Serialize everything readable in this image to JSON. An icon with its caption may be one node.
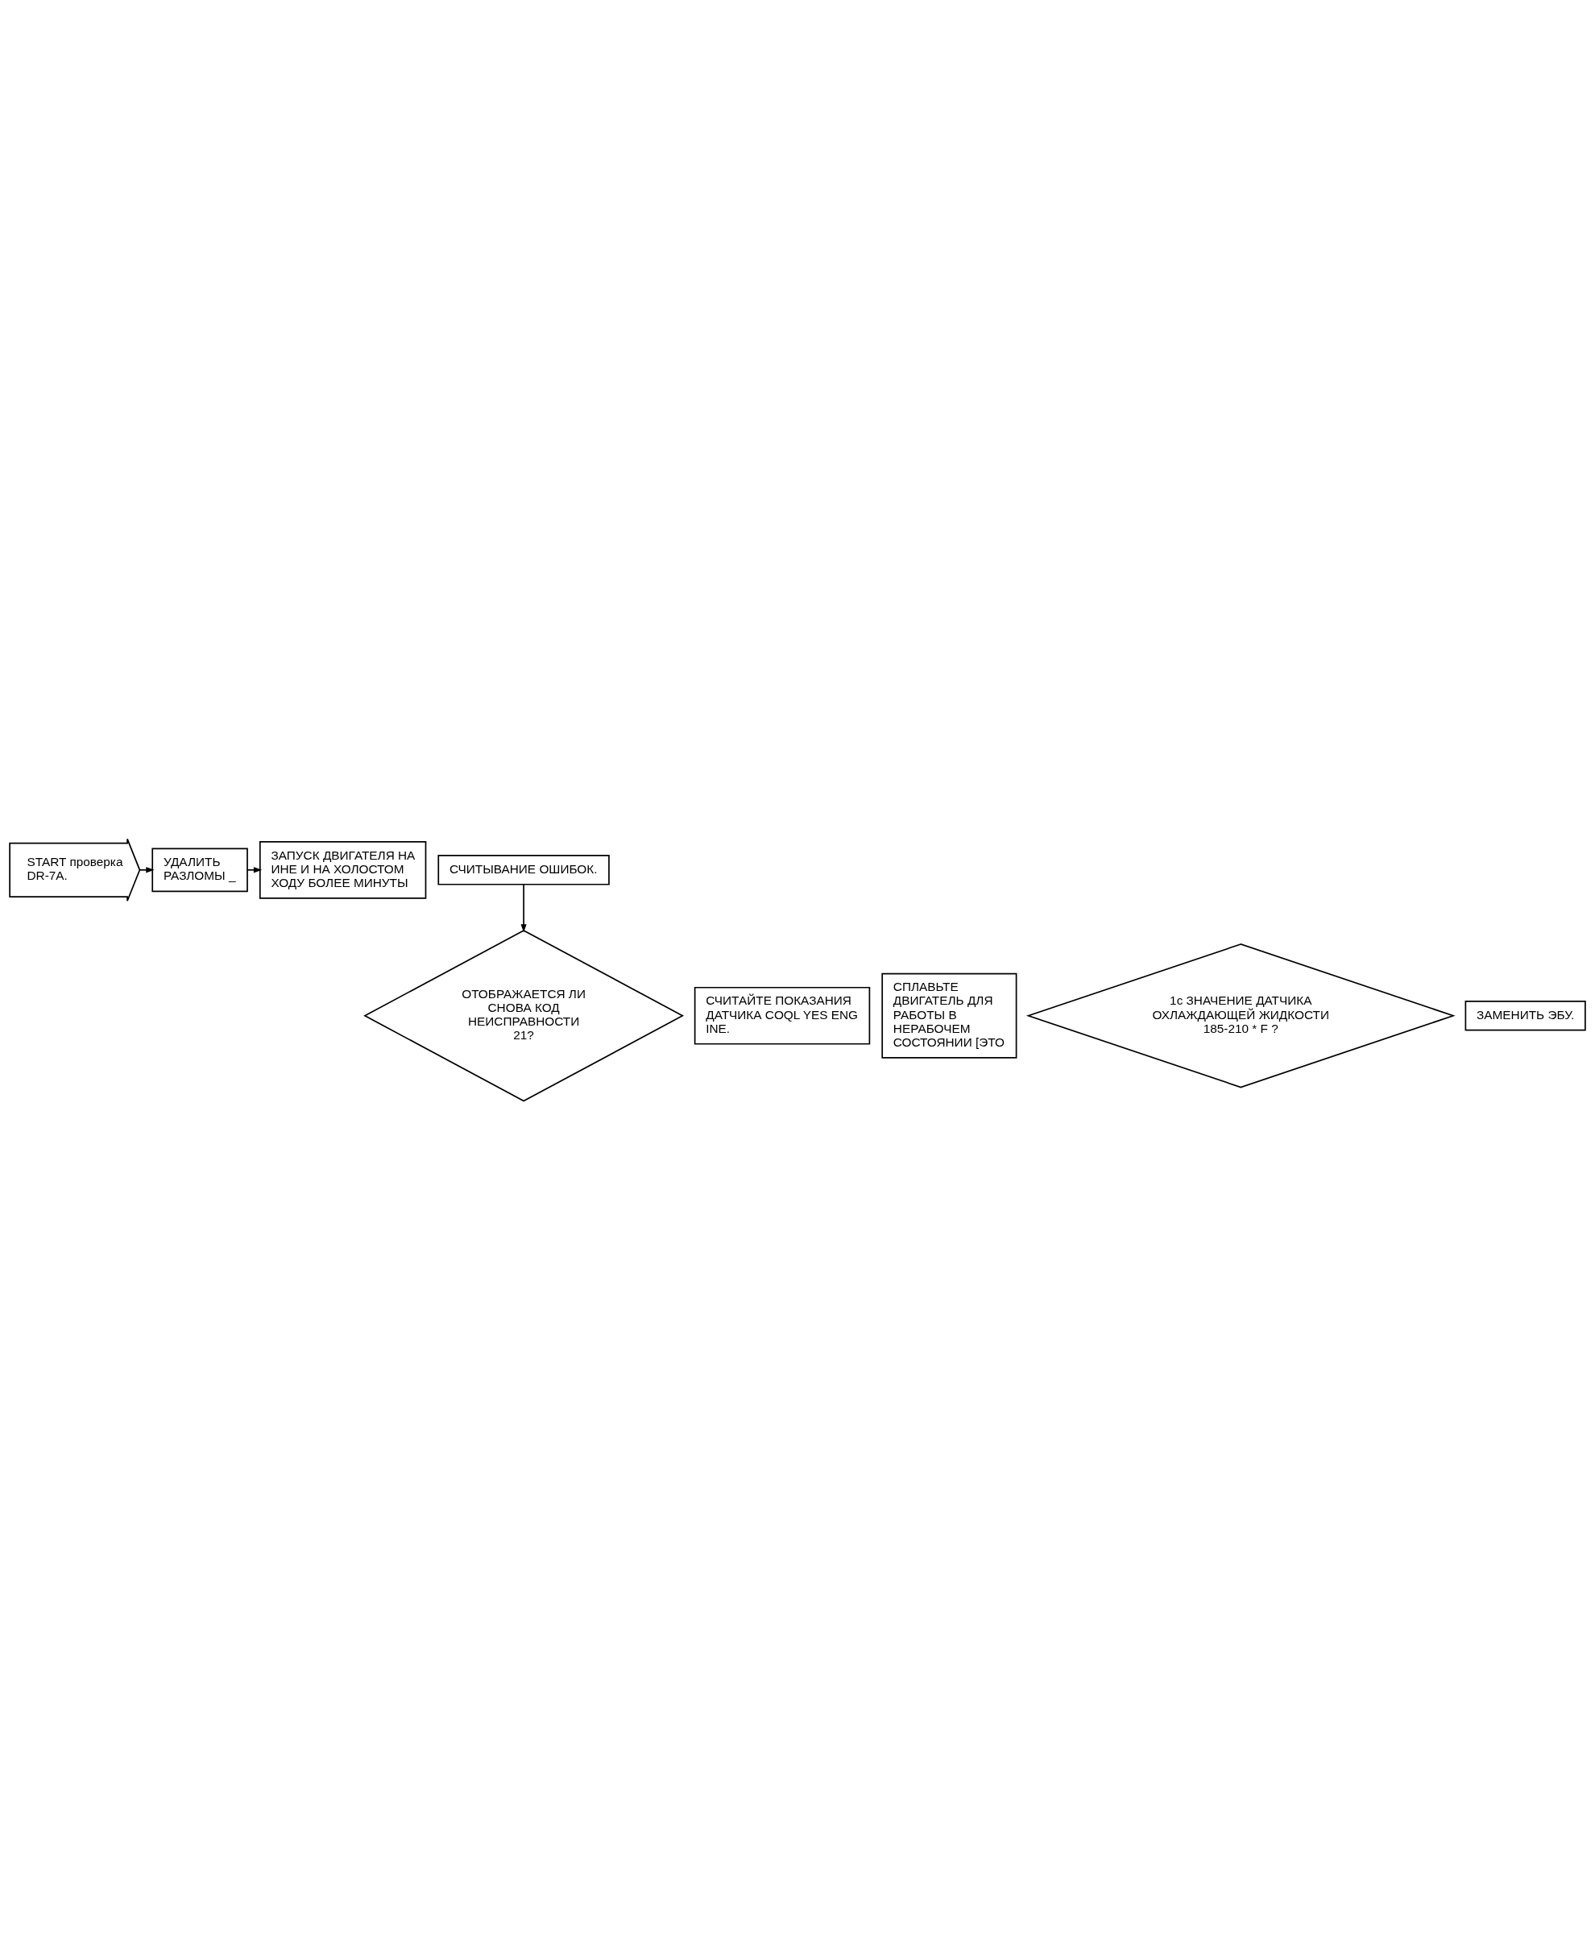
{
  "diagram": {
    "nodes": [
      {
        "text": [
          "START проверка DR-7A."
        ]
      },
      {
        "text": [
          "УДАЛИТЬ РАЗЛОМЫ _"
        ]
      },
      {
        "text": [
          "ЗАПУСК ДВИГАТЕЛЯ НА ИНЕ И НА ХОЛОСТОМ ХОДУ БОЛЕЕ МИНУТЫ"
        ]
      },
      {
        "text": [
          "СЧИТЫВАНИЕ ОШИБОК."
        ]
      },
      {
        "text": [
          "ОТОБРАЖАЕТСЯ ЛИ СНОВА КОД НЕИСПРАВНОСТИ 21?"
        ]
      },
      {
        "text": [
          "СЧИТАЙТЕ ПОКАЗАНИЯ ДАТЧИКА COQL YES ENG INE."
        ]
      },
      {
        "text": [
          "СПЛАВЬТЕ ДВИГАТЕЛЬ ДЛЯ РАБОТЫ В НЕРАБОЧЕМ СОСТОЯНИИ [ЭТО"
        ]
      },
      {
        "text": [
          "1с ЗНАЧЕНИЕ ДАТЧИКА ОХЛАЖДАЮЩЕЙ ЖИДКОСТИ 185-210 * F ?"
        ]
      },
      {
        "text": [
          "ЗАМЕНИТЬ ЭБУ."
        ]
      }
    ],
    "edges": [
      {
        "from": 0,
        "to": 1,
        "arrow": "to"
      },
      {
        "from": 1,
        "to": 2,
        "arrow": "to"
      },
      {
        "from": 3,
        "to": 4,
        "arrow": "to"
      }
    ]
  }
}
